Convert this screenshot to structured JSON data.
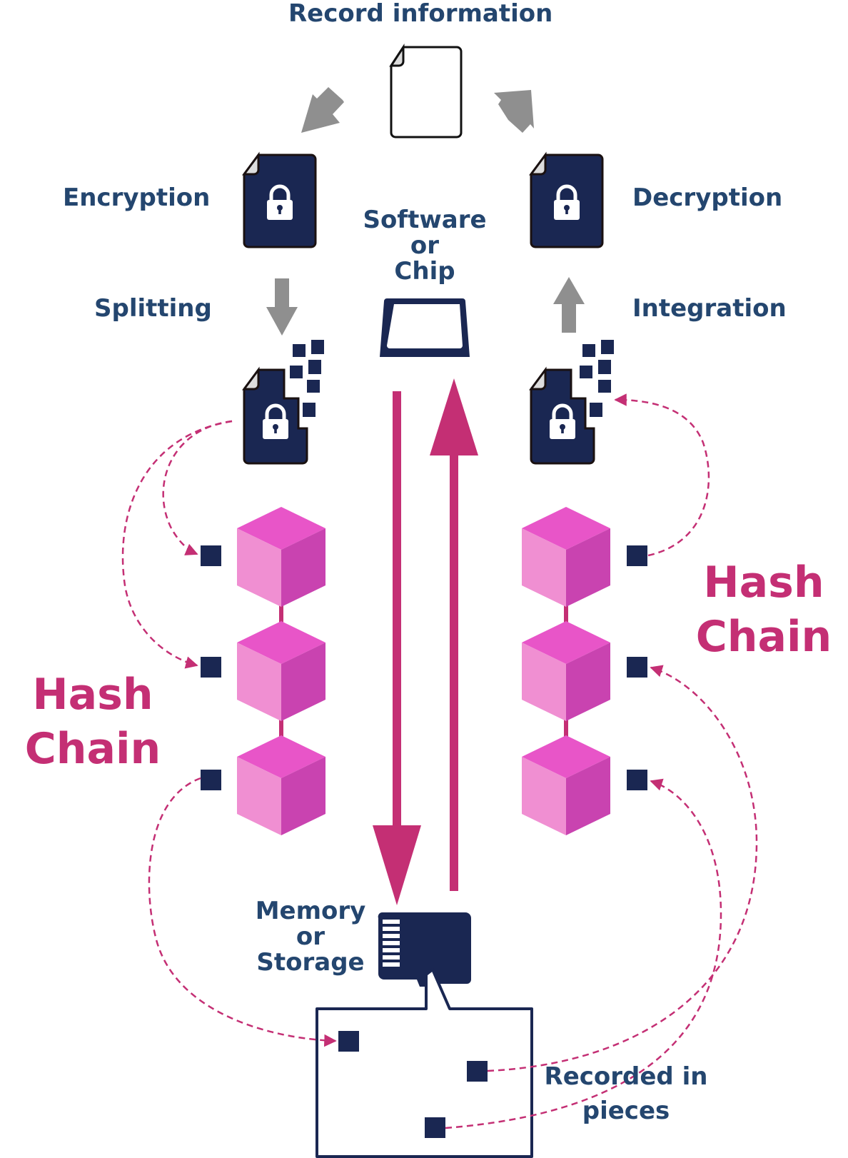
{
  "title": "Record information",
  "steps": {
    "encryption": "Encryption",
    "decryption": "Decryption",
    "splitting": "Splitting",
    "integration": "Integration"
  },
  "processor": {
    "line1": "Software",
    "line2": "or",
    "line3": "Chip"
  },
  "storage": {
    "line1": "Memory",
    "line2": "or",
    "line3": "Storage"
  },
  "hash_chain_left": {
    "line1": "Hash",
    "line2": "Chain"
  },
  "hash_chain_right": {
    "line1": "Hash",
    "line2": "Chain"
  },
  "recorded": {
    "line1": "Recorded in",
    "line2": "pieces"
  },
  "colors": {
    "navy": "#1a2752",
    "label_blue": "#24466f",
    "magenta": "#c42f74",
    "cube_top": "#e855c8",
    "cube_left": "#f08fd2",
    "cube_right": "#c943b0",
    "gray_arrow": "#8f8f8f"
  }
}
